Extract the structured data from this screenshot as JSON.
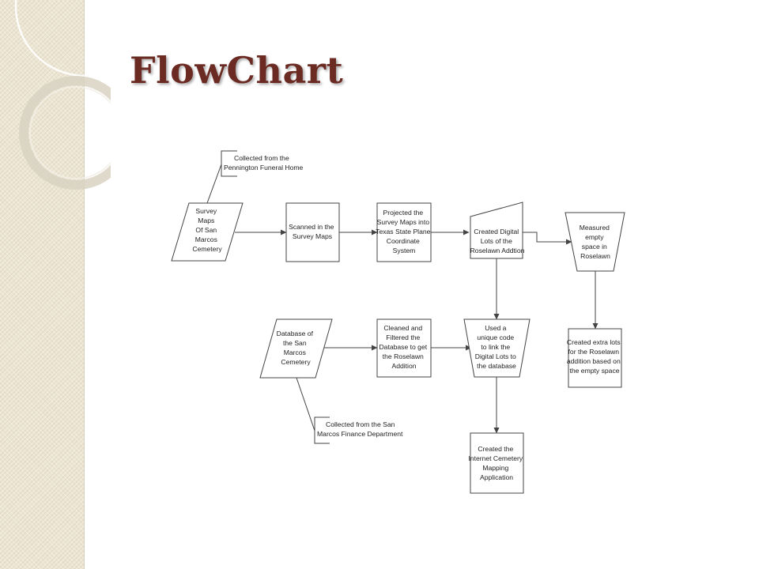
{
  "title": "FlowChart",
  "colors": {
    "title": "#6b2a22",
    "side_band": "#ece5d3",
    "stroke": "#444444"
  },
  "nodes": {
    "pennington_note": [
      "Collected from the",
      "Pennington Funeral Home"
    ],
    "survey_maps": [
      "Survey",
      "Maps",
      "Of San",
      "Marcos",
      "Cemetery"
    ],
    "scanned": [
      "Scanned in the",
      "Survey Maps"
    ],
    "projected": [
      "Projected the",
      "Survey Maps into",
      "Texas State Plane",
      "Coordinate",
      "System"
    ],
    "digital_lots": [
      "Created Digital",
      "Lots of the",
      "Roselawn Addtion"
    ],
    "measured": [
      "Measured",
      "empty",
      "space in",
      "Roselawn"
    ],
    "database": [
      "Database of",
      "the San",
      "Marcos",
      "Cemetery"
    ],
    "cleaned": [
      "Cleaned and",
      "Filtered the",
      "Database to get",
      "the Roselawn",
      "Addition"
    ],
    "unique_code": [
      "Used a",
      "unique code",
      "to link the",
      "Digital Lots to",
      "the database"
    ],
    "extra_lots": [
      "Created extra lots",
      "for the Roselawn",
      "addition based on",
      "the empty space"
    ],
    "finance_note": [
      "Collected from the San",
      "Marcos Finance Department"
    ],
    "application": [
      "Created the",
      "Internet Cemetery",
      "Mapping",
      "Application"
    ]
  }
}
